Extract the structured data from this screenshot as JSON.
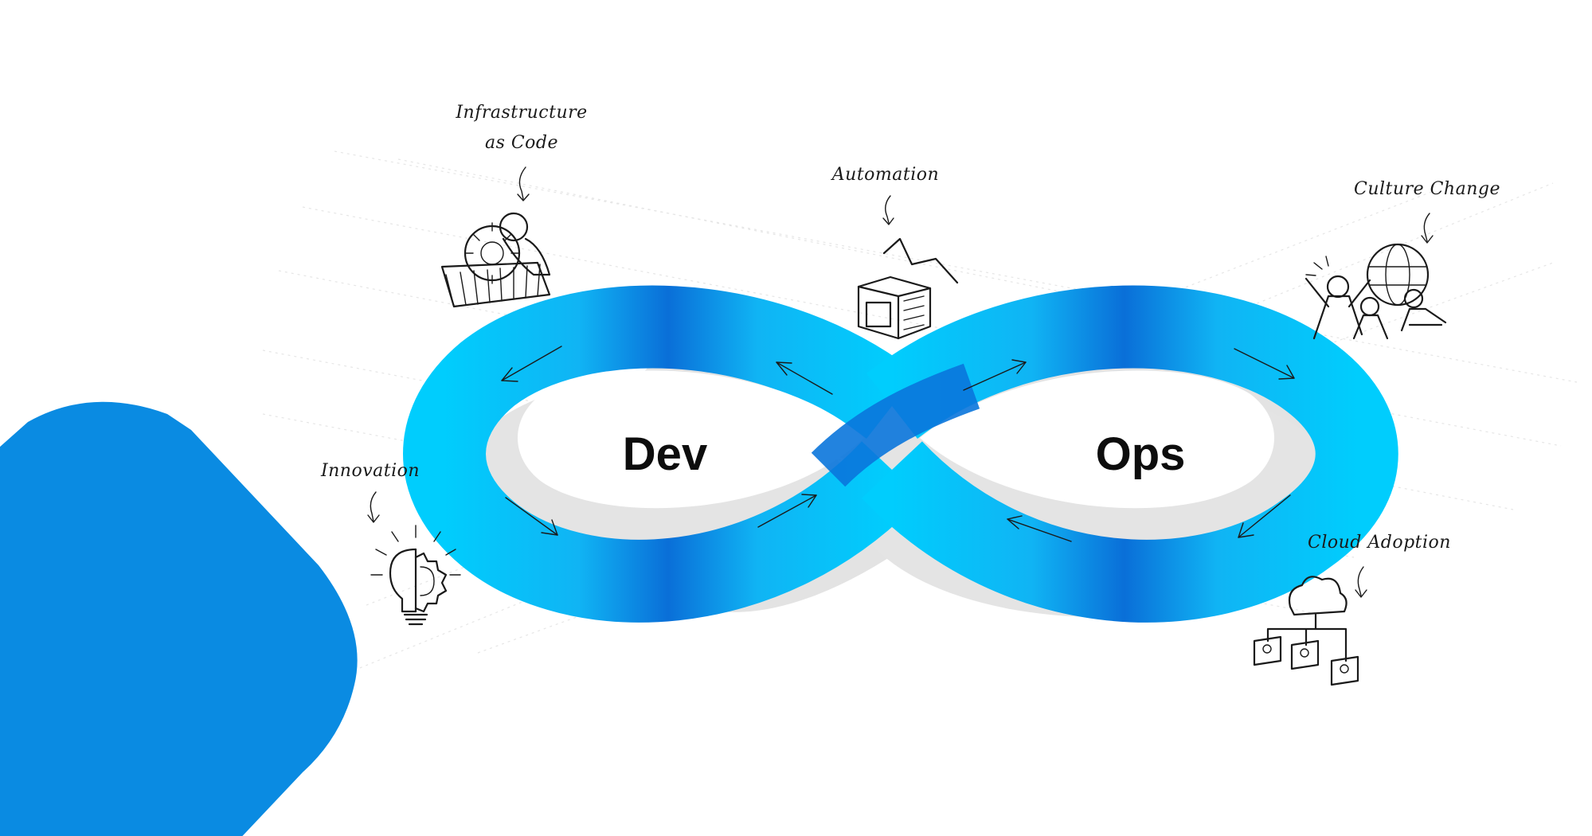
{
  "diagram": {
    "loop_left_label": "Dev",
    "loop_right_label": "Ops",
    "colors": {
      "loop_light": "#00ccff",
      "loop_dark": "#0a6fd8",
      "loop_shadow": "#e4e4e4",
      "corner_shape": "#0a8be2"
    },
    "practices": [
      {
        "id": "iac",
        "label_lines": [
          "Infrastructure",
          "as Code"
        ],
        "icon": "gear-worker-icon"
      },
      {
        "id": "automation",
        "label_lines": [
          "Automation"
        ],
        "icon": "crate-icon"
      },
      {
        "id": "culture",
        "label_lines": [
          "Culture Change"
        ],
        "icon": "people-globe-icon"
      },
      {
        "id": "innovation",
        "label_lines": [
          "Innovation"
        ],
        "icon": "lightbulb-gear-icon"
      },
      {
        "id": "cloud",
        "label_lines": [
          "Cloud Adoption"
        ],
        "icon": "cloud-network-icon"
      }
    ]
  }
}
